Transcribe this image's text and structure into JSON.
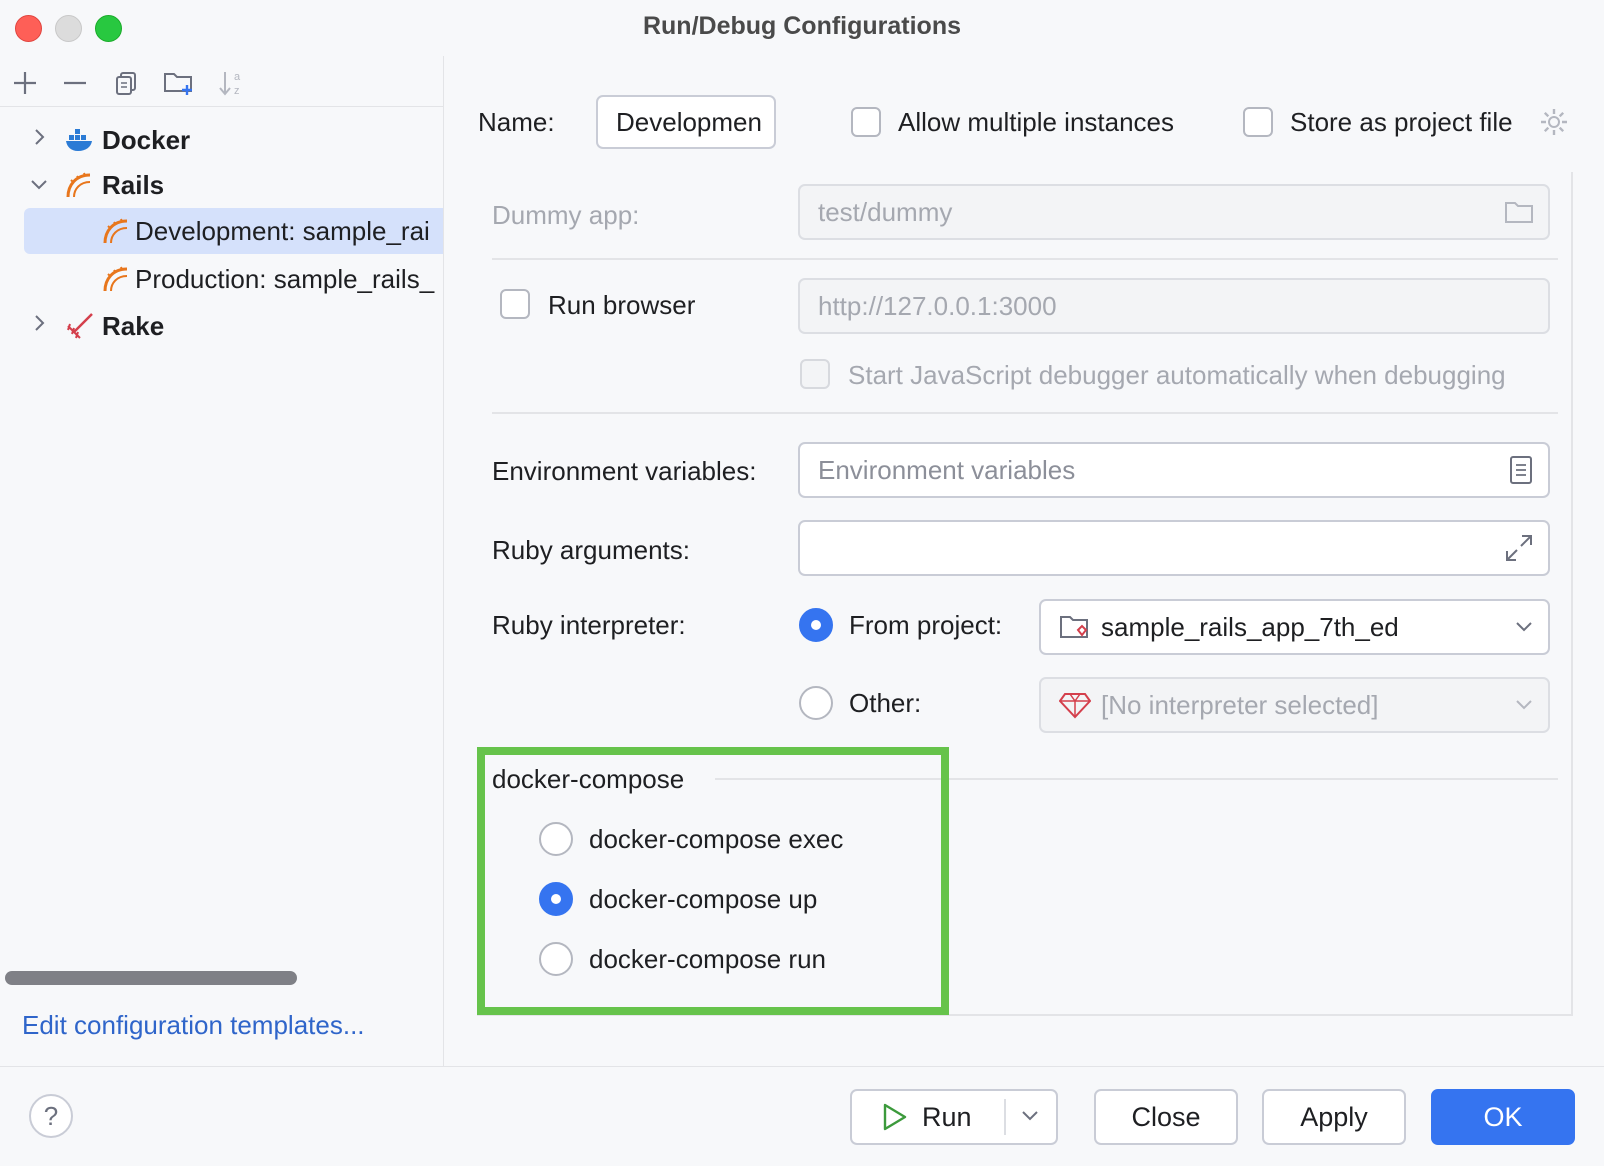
{
  "window": {
    "title": "Run/Debug Configurations"
  },
  "toolbar": {
    "add": "add-icon",
    "remove": "remove-icon",
    "copy": "copy-icon",
    "folder": "new-folder-icon",
    "sort": "sort-icon"
  },
  "tree": {
    "items": [
      {
        "label": "Docker",
        "icon": "docker-icon",
        "expanded": false
      },
      {
        "label": "Rails",
        "icon": "rails-icon",
        "expanded": true
      },
      {
        "label": "Development: sample_rai",
        "icon": "rails-icon",
        "selected": true
      },
      {
        "label": "Production: sample_rails_",
        "icon": "rails-icon"
      },
      {
        "label": "Rake",
        "icon": "rake-icon",
        "expanded": false
      }
    ]
  },
  "edit_templates": "Edit configuration templates...",
  "form": {
    "name_label": "Name:",
    "name_value": "Developmen",
    "allow_multiple": "Allow multiple instances",
    "store_as_project": "Store as project file",
    "dummy_app_label": "Dummy app:",
    "dummy_app_value": "test/dummy",
    "run_browser": "Run browser",
    "browser_url": "http://127.0.0.1:3000",
    "js_debugger": "Start JavaScript debugger automatically when debugging",
    "env_label": "Environment variables:",
    "env_placeholder": "Environment variables",
    "ruby_args_label": "Ruby arguments:",
    "ruby_args_value": "",
    "interpreter_label": "Ruby interpreter:",
    "from_project": "From project:",
    "from_project_value": "sample_rails_app_7th_ed",
    "other": "Other:",
    "other_value": "[No interpreter selected]"
  },
  "docker_compose": {
    "title": "docker-compose",
    "options": [
      {
        "label": "docker-compose exec",
        "selected": false
      },
      {
        "label": "docker-compose up",
        "selected": true
      },
      {
        "label": "docker-compose run",
        "selected": false
      }
    ]
  },
  "buttons": {
    "run": "Run",
    "close": "Close",
    "apply": "Apply",
    "ok": "OK",
    "help": "?"
  },
  "colors": {
    "accent": "#3574f0",
    "highlight": "#66c34b",
    "link": "#2f65ca"
  }
}
